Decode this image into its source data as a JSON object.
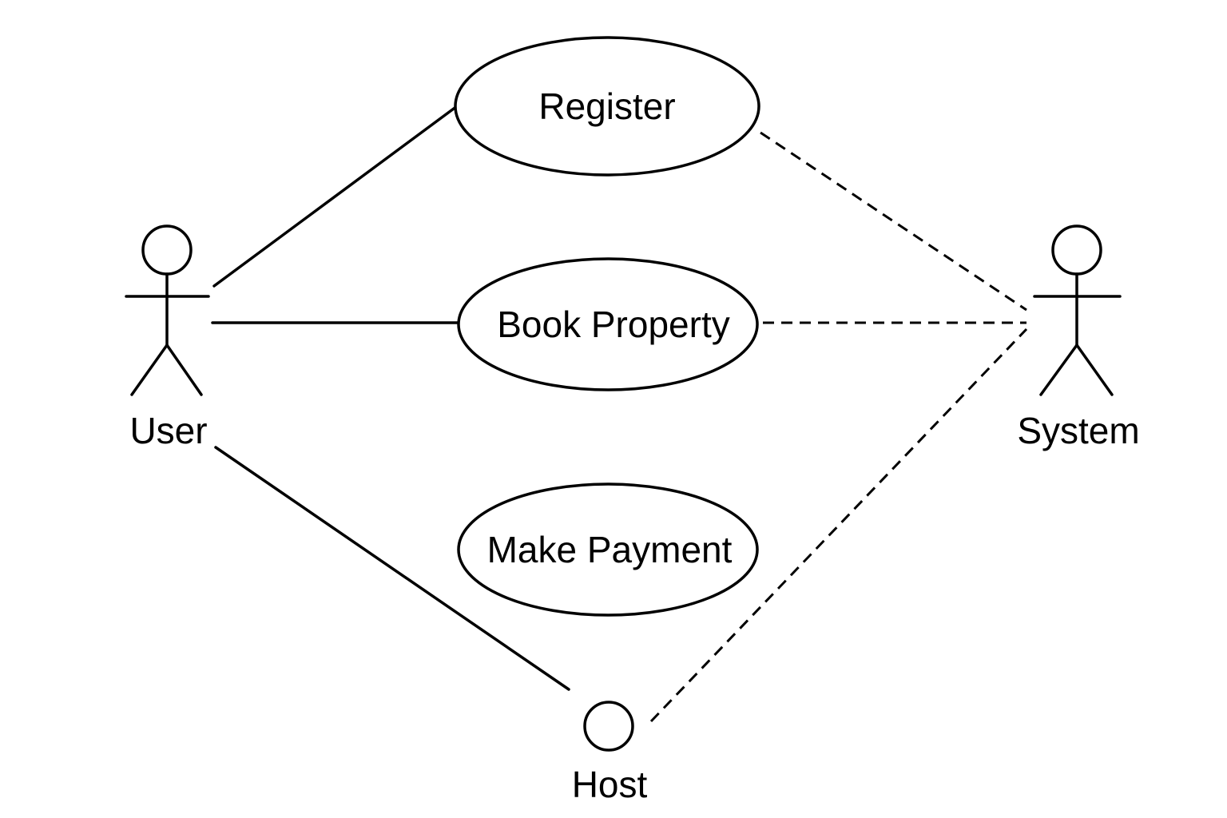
{
  "diagram": {
    "use_cases": {
      "register": "Register",
      "book_property": "Book Property",
      "make_payment": "Make Payment"
    },
    "actors": {
      "user": "User",
      "system": "System",
      "host": "Host"
    },
    "colors": {
      "line": "#000000",
      "background": "#ffffff"
    }
  }
}
